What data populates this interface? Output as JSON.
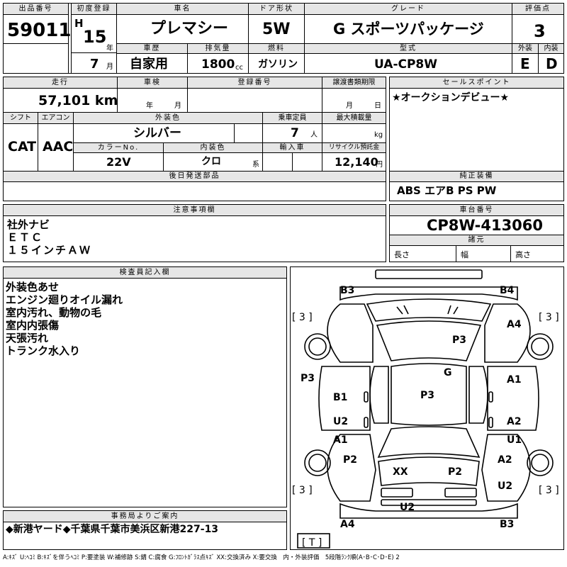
{
  "header": {
    "lot_label": "出品番号",
    "lot_no": "59011",
    "first_reg_label": "初度登録",
    "era": "H",
    "year": "15",
    "year_unit": "年",
    "month": "7",
    "month_unit": "月",
    "car_name_label": "車名",
    "car_name": "プレマシー",
    "door_label": "ドア形状",
    "door": "5W",
    "grade_label": "グレード",
    "grade": "G スポーツパッケージ",
    "score_label": "評価点",
    "score": "3",
    "history_label": "車歴",
    "history": "自家用",
    "displacement_label": "排気量",
    "displacement": "1800",
    "displacement_unit": "cc",
    "fuel_label": "燃料",
    "fuel": "ガソリン",
    "model_label": "型式",
    "model": "UA-CP8W",
    "exterior_label": "外装",
    "exterior": "E",
    "interior_label": "内装",
    "interior": "D"
  },
  "row2": {
    "mileage_label": "走行",
    "mileage": "57,101 km",
    "inspection_label": "車検",
    "inspection_year_unit": "年",
    "inspection_month_unit": "月",
    "reg_no_label": "登録番号",
    "transfer_label": "譲渡書類期限",
    "transfer_month_unit": "月",
    "transfer_day_unit": "日",
    "sales_label": "セールスポイント",
    "sales_point": "★オークションデビュー★",
    "shift_label": "シフト",
    "shift": "CAT",
    "ac_label": "エアコン",
    "ac": "AAC",
    "color_label": "外装色",
    "color": "シルバー",
    "capacity_label": "乗車定員",
    "capacity": "7",
    "capacity_unit": "人",
    "load_label": "最大積載量",
    "load_unit": "kg",
    "color_no_label": "カラーNo.",
    "color_no": "22V",
    "int_color_label": "内装色",
    "int_color": "クロ",
    "int_color_unit": "系",
    "import_label": "輸入車",
    "recycle_label": "リサイクル預託金",
    "recycle": "12,140",
    "recycle_unit": "円",
    "later_label": "後日発送部品",
    "equip_label": "純正装備",
    "equip": "ABS エアB PS PW"
  },
  "notes": {
    "label": "注意事項欄",
    "lines": [
      "社外ナビ",
      "ＥＴＣ",
      "１５インチＡＷ"
    ],
    "chassis_label": "車台番号",
    "chassis": "CP8W-413060",
    "spec_label": "諸元",
    "length_label": "長さ",
    "width_label": "幅",
    "height_label": "高さ"
  },
  "inspector": {
    "label": "検査員記入欄",
    "lines": [
      "外装色あせ",
      "エンジン廻りオイル漏れ",
      "室内汚れ、動物の毛",
      "室内内張傷",
      "天張汚れ",
      "トランク水入り"
    ]
  },
  "diagram": {
    "tire_left_top": "[ 3 ]",
    "tire_right_top": "[ 3 ]",
    "tire_left_bottom": "[ 3 ]",
    "tire_right_bottom": "[ 3 ]",
    "spare": "[ T ]",
    "marks": {
      "b3_top": "B3",
      "b4_top": "B4",
      "a4_right": "A4",
      "p3_roof": "P3",
      "g_glass": "G",
      "p3_left": "P3",
      "a1_right1": "A1",
      "b1_left": "B1",
      "p3_center": "P3",
      "u2_left": "U2",
      "a2_right": "A2",
      "a1_left": "A1",
      "u1_right": "U1",
      "p2_left": "P2",
      "a2_right2": "A2",
      "xx": "XX",
      "p2_center": "P2",
      "u2_right": "U2",
      "u2_bottom": "U2",
      "a4_bottom": "A4",
      "b3_bottom": "B3"
    }
  },
  "office": {
    "label": "事務局よりご案内",
    "text": "◆新港ヤード◆千葉県千葉市美浜区新港227-13"
  },
  "legend": "A:ｷｽﾞ U:ﾍｺﾐ B:ｷｽﾞを伴うﾍｺﾐ P:要塗装 W:補修跡 S:錆 C:腐食 G:ﾌﾛﾝﾄｶﾞﾗｽ点ｷｽﾞ XX:交換済み X:要交換　内・外装評価　5段階ﾗﾝｸ順(A･B･C･D･E) 2"
}
